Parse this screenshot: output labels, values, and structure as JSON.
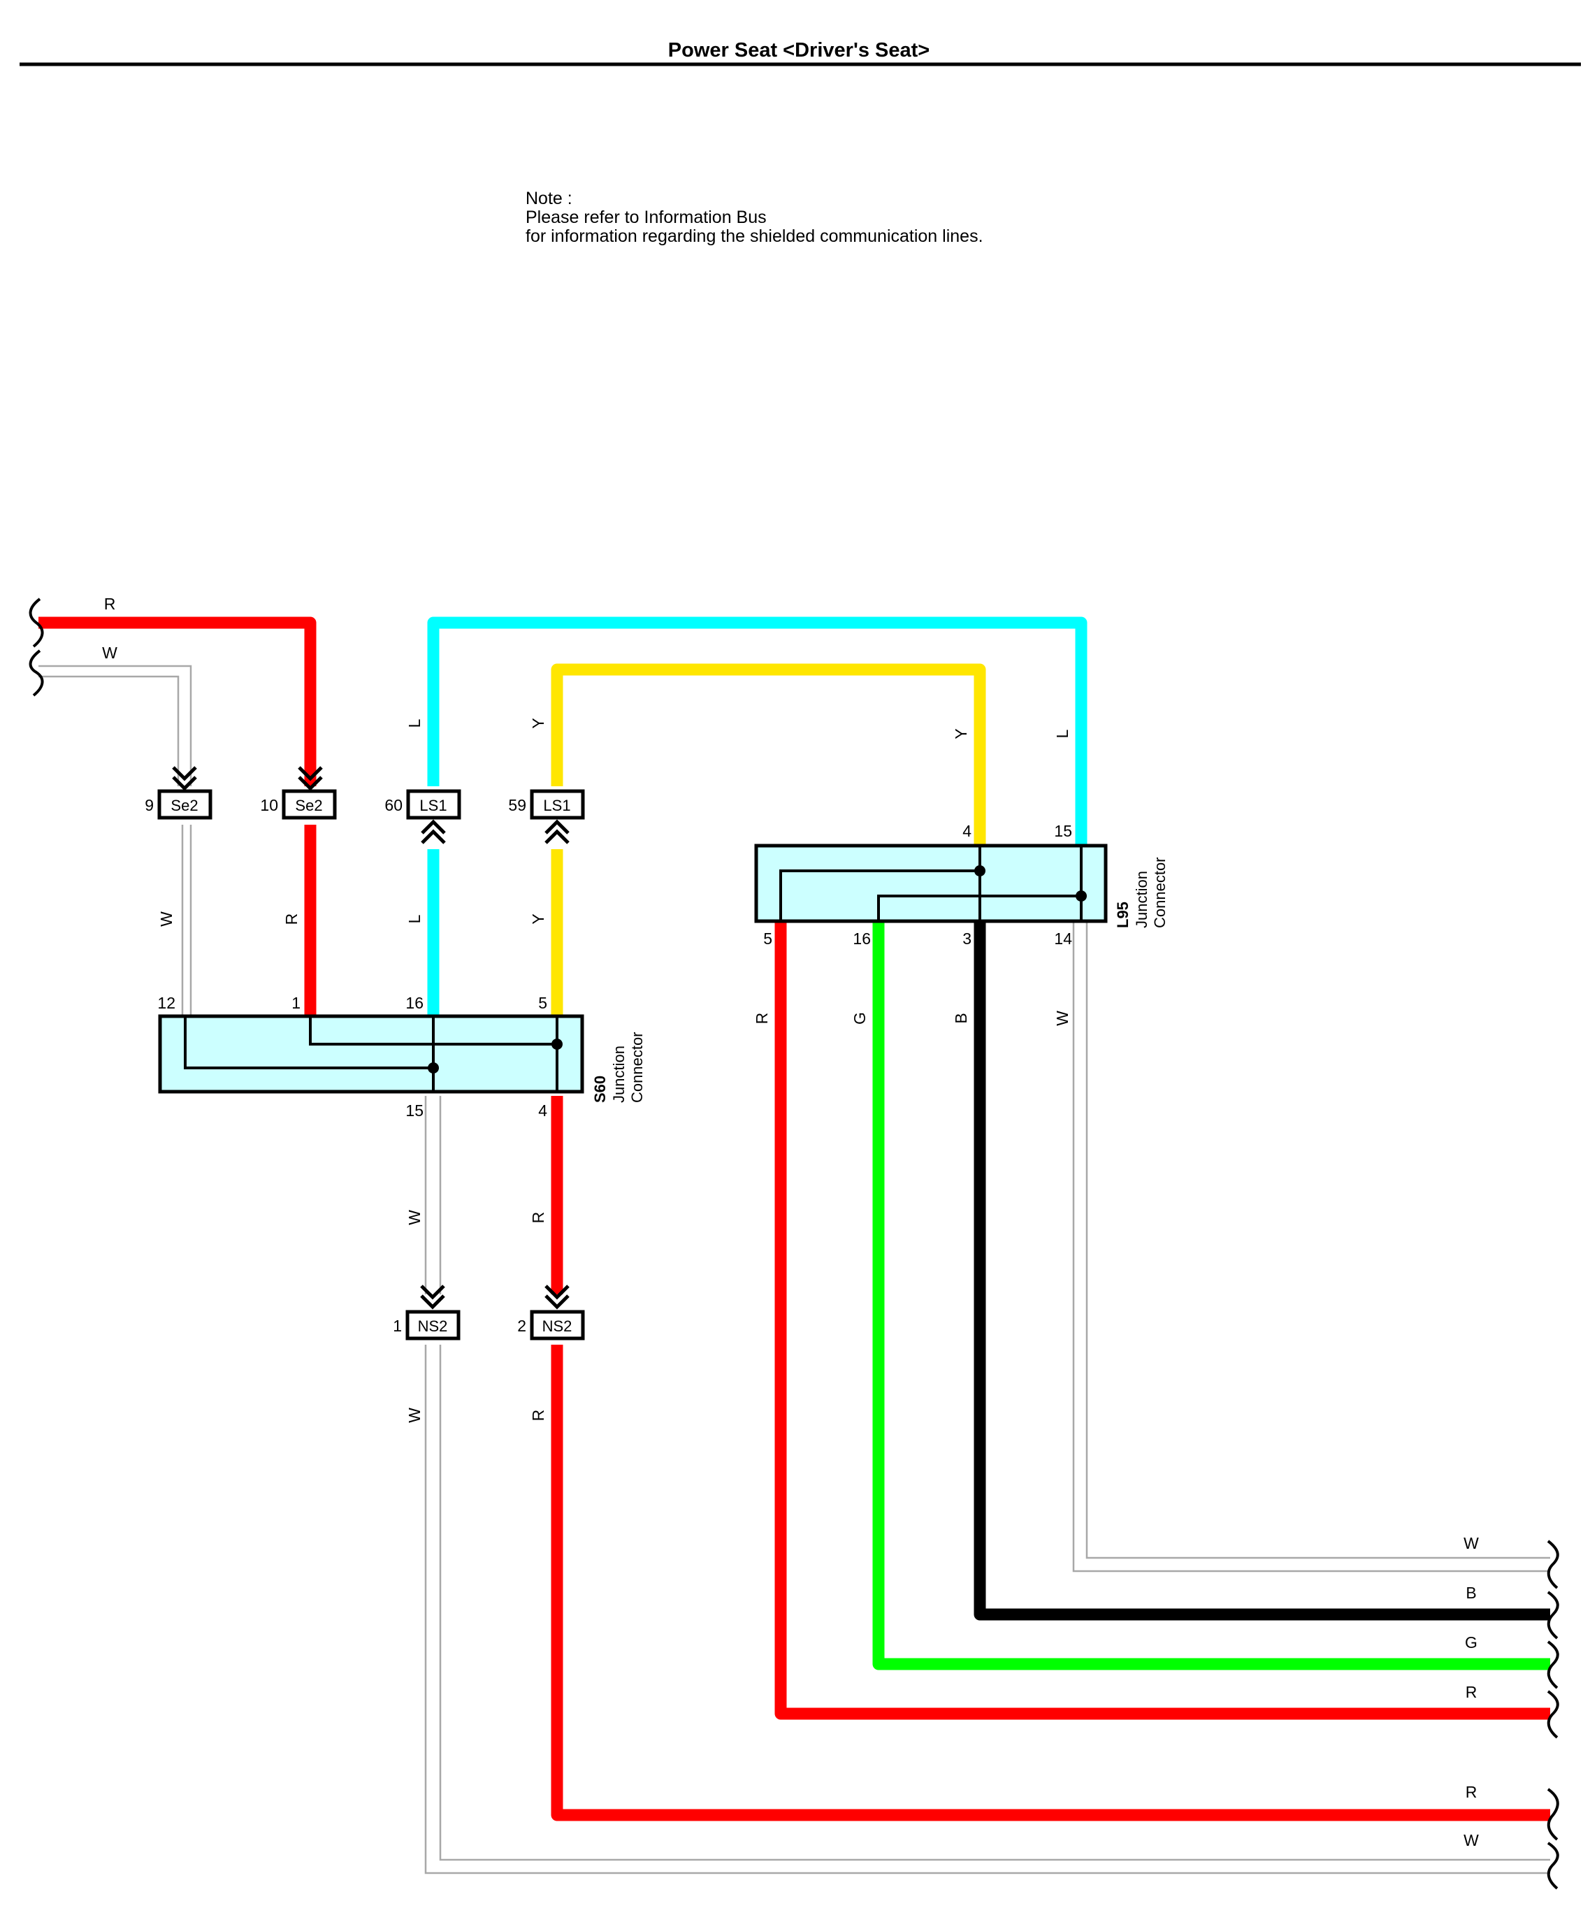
{
  "title": "Power Seat <Driver's Seat>",
  "note": {
    "line1": "Note :",
    "line2": "Please refer to Information Bus",
    "line3": "for information regarding the shielded communication lines."
  },
  "colors": {
    "R": "#ff0000",
    "W": "#a8a8a8",
    "L": "#00ffff",
    "Y": "#ffe600",
    "G": "#00ff00",
    "B": "#000000",
    "connector_fill": "#ccffff"
  },
  "wire_labels": {
    "left_in_r": "R",
    "left_in_w": "W",
    "cyan_top": "L",
    "yellow_top": "Y",
    "yellow_right": "Y",
    "cyan_right": "L",
    "se2_9_below": "W",
    "se2_10_below": "R",
    "ls1_60_below": "L",
    "ls1_59_below": "Y",
    "s60_out_15": "W",
    "s60_out_4": "R",
    "ns2_1_below": "W",
    "ns2_2_below": "R",
    "l95_out_5": "R",
    "l95_out_16": "G",
    "l95_out_3": "B",
    "l95_out_14": "W",
    "right_w1": "W",
    "right_b": "B",
    "right_g": "G",
    "right_r1": "R",
    "right_r2": "R",
    "right_w2": "W"
  },
  "connectors": {
    "se2_9": {
      "pin": "9",
      "name": "Se2"
    },
    "se2_10": {
      "pin": "10",
      "name": "Se2"
    },
    "ls1_60": {
      "pin": "60",
      "name": "LS1"
    },
    "ls1_59": {
      "pin": "59",
      "name": "LS1"
    },
    "ns2_1": {
      "pin": "1",
      "name": "NS2"
    },
    "ns2_2": {
      "pin": "2",
      "name": "NS2"
    }
  },
  "junctions": {
    "s60": {
      "id": "S60",
      "line1": "Junction",
      "line2": "Connector",
      "pins_top": [
        "12",
        "1",
        "16",
        "5"
      ],
      "pins_bottom": [
        "15",
        "4"
      ]
    },
    "l95": {
      "id": "L95",
      "line1": "Junction",
      "line2": "Connector",
      "pins_top": [
        "4",
        "15"
      ],
      "pins_bottom": [
        "5",
        "16",
        "3",
        "14"
      ]
    }
  }
}
